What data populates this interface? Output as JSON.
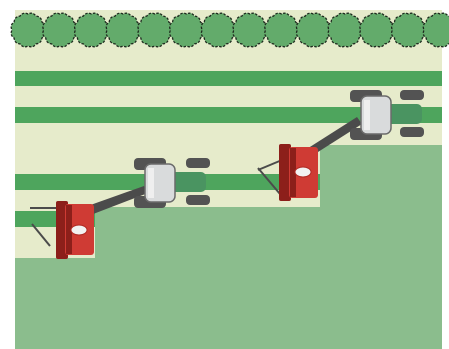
{
  "colors": {
    "background": "#ffffff",
    "field_unworked": "#e6ebcb",
    "field_worked": "#8bbd8d",
    "stripe": "#4ea55d",
    "tree_fill": "#63ab6b",
    "tree_outline": "#1e2a1e",
    "tractor_body": "#4a9461",
    "tractor_cab": "#d9dbdc",
    "tire": "#535353",
    "seeder_red": "#cf3b34",
    "seeder_dark": "#8c1f1a",
    "hitch": "#4b4b4b"
  },
  "scene": {
    "hedge": {
      "icon": "tree-row-icon",
      "tree_count": 14
    },
    "tractors": [
      {
        "name": "tractor-left",
        "icon": "tractor-icon",
        "implement": "seeder-icon",
        "badge_text": ""
      },
      {
        "name": "tractor-right",
        "icon": "tractor-icon",
        "implement": "seeder-icon",
        "badge_text": ""
      }
    ]
  }
}
